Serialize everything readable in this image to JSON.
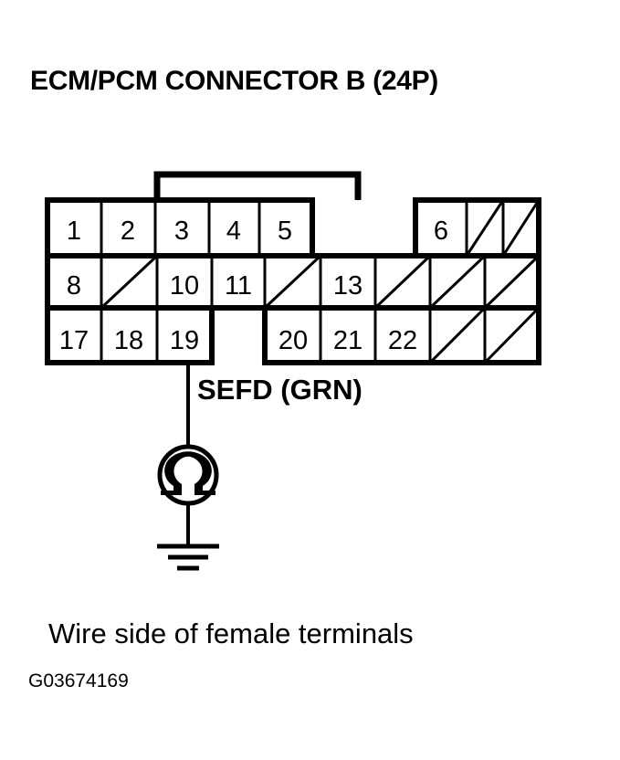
{
  "title": "ECM/PCM CONNECTOR B (24P)",
  "wire_label": "SEFD (GRN)",
  "caption": "Wire side of female terminals",
  "figure_id": "G03674169",
  "connector": {
    "type": "24P",
    "columns": 9,
    "rows": 3,
    "rows_data": [
      {
        "row": 1,
        "cells": [
          {
            "col": 1,
            "label": "1",
            "state": "numbered"
          },
          {
            "col": 2,
            "label": "2",
            "state": "numbered"
          },
          {
            "col": 3,
            "label": "3",
            "state": "numbered"
          },
          {
            "col": 4,
            "label": "4",
            "state": "numbered"
          },
          {
            "col": 5,
            "label": "5",
            "state": "numbered"
          },
          {
            "col": 6,
            "label": "",
            "state": "absent"
          },
          {
            "col": 7,
            "label": "6",
            "state": "numbered"
          },
          {
            "col": 8,
            "label": "",
            "state": "blank"
          },
          {
            "col": 9,
            "label": "",
            "state": "blank"
          }
        ]
      },
      {
        "row": 2,
        "cells": [
          {
            "col": 1,
            "label": "8",
            "state": "numbered"
          },
          {
            "col": 2,
            "label": "",
            "state": "blank"
          },
          {
            "col": 3,
            "label": "10",
            "state": "numbered"
          },
          {
            "col": 4,
            "label": "11",
            "state": "numbered"
          },
          {
            "col": 5,
            "label": "",
            "state": "blank"
          },
          {
            "col": 6,
            "label": "13",
            "state": "numbered"
          },
          {
            "col": 7,
            "label": "",
            "state": "blank"
          },
          {
            "col": 8,
            "label": "",
            "state": "blank"
          },
          {
            "col": 9,
            "label": "",
            "state": "blank"
          }
        ]
      },
      {
        "row": 3,
        "cells": [
          {
            "col": 1,
            "label": "17",
            "state": "numbered"
          },
          {
            "col": 2,
            "label": "18",
            "state": "numbered"
          },
          {
            "col": 3,
            "label": "19",
            "state": "numbered"
          },
          {
            "col": 4,
            "label": "",
            "state": "absent"
          },
          {
            "col": 5,
            "label": "20",
            "state": "numbered"
          },
          {
            "col": 6,
            "label": "21",
            "state": "numbered"
          },
          {
            "col": 7,
            "label": "22",
            "state": "numbered"
          },
          {
            "col": 8,
            "label": "",
            "state": "blank"
          },
          {
            "col": 9,
            "label": "",
            "state": "blank"
          }
        ]
      }
    ]
  },
  "measurement": {
    "instrument": "ohmmeter",
    "instrument_symbol": "Ω",
    "probe_pin": "19",
    "reference": "ground"
  },
  "colors": {
    "line": "#000000",
    "background": "#ffffff"
  }
}
